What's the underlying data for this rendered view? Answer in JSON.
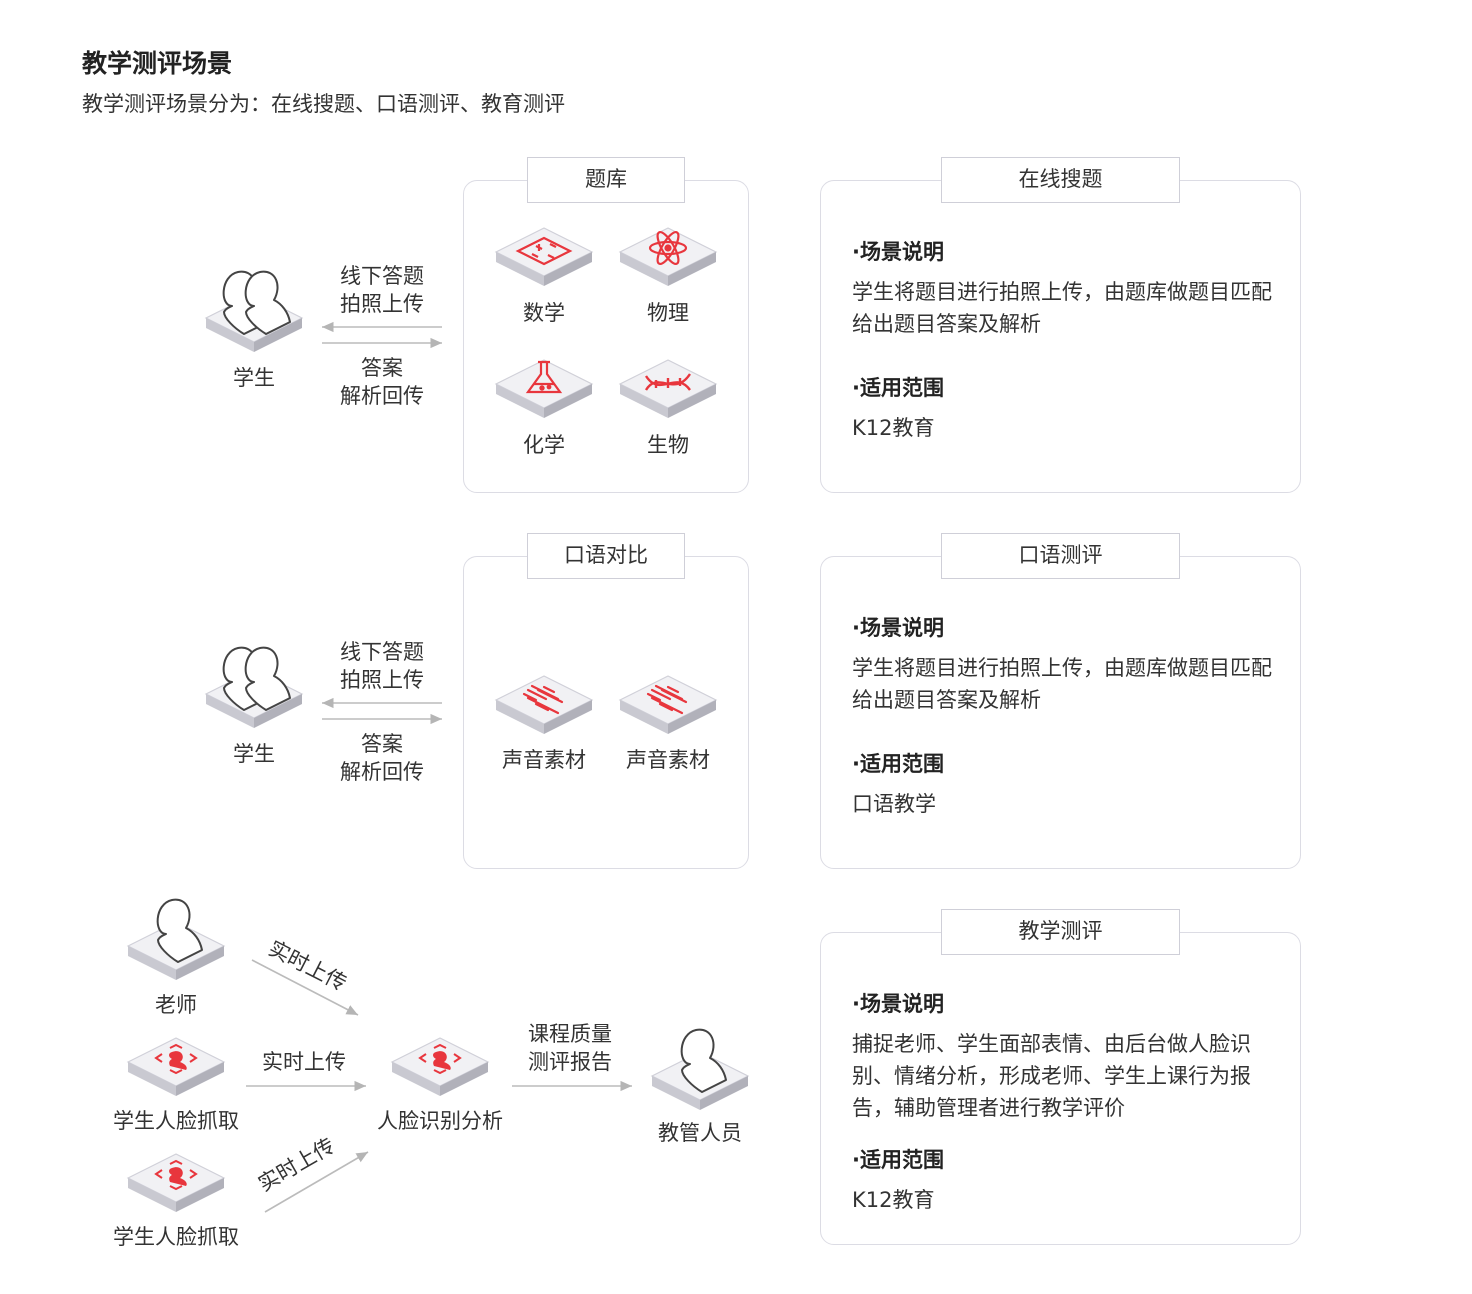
{
  "page": {
    "title": "教学测评场景",
    "subtitle": "教学测评场景分为：在线搜题、口语测评、教育测评"
  },
  "colors": {
    "accent": "#e8363d",
    "panel_border": "#dcdce4",
    "arrow": "#bbbbbb"
  },
  "row1": {
    "student_label": "学生",
    "arrow_up_label": [
      "线下答题",
      "拍照上传"
    ],
    "arrow_down_label": [
      "答案",
      "解析回传"
    ],
    "bank_tab": "题库",
    "subjects": [
      {
        "label": "数学",
        "icon": "math-icon"
      },
      {
        "label": "物理",
        "icon": "atom-icon"
      },
      {
        "label": "化学",
        "icon": "flask-icon"
      },
      {
        "label": "生物",
        "icon": "dna-icon"
      }
    ],
    "info": {
      "tab": "在线搜题",
      "scene_heading": "·场景说明",
      "scene_text": "学生将题目进行拍照上传，由题库做题目匹配给出题目答案及解析",
      "scope_heading": "·适用范围",
      "scope_text": "K12教育"
    }
  },
  "row2": {
    "student_label": "学生",
    "arrow_up_label": [
      "线下答题",
      "拍照上传"
    ],
    "arrow_down_label": [
      "答案",
      "解析回传"
    ],
    "compare_tab": "口语对比",
    "sounds": [
      {
        "label": "声音素材",
        "icon": "soundwave-icon"
      },
      {
        "label": "声音素材",
        "icon": "soundwave-icon"
      }
    ],
    "info": {
      "tab": "口语测评",
      "scene_heading": "·场景说明",
      "scene_text": "学生将题目进行拍照上传，由题库做题目匹配给出题目答案及解析",
      "scope_heading": "·适用范围",
      "scope_text": "口语教学"
    }
  },
  "row3": {
    "teacher_label": "老师",
    "capture1_label": "学生人脸抓取",
    "capture2_label": "学生人脸抓取",
    "upload_label_1": "实时上传",
    "upload_label_2": "实时上传",
    "upload_label_3": "实时上传",
    "analysis_label": "人脸识别分析",
    "report_label": [
      "课程质量",
      "测评报告"
    ],
    "staff_label": "教管人员",
    "info": {
      "tab": "教学测评",
      "scene_heading": "·场景说明",
      "scene_text": "捕捉老师、学生面部表情、由后台做人脸识别、情绪分析，形成老师、学生上课行为报告，辅助管理者进行教学评价",
      "scope_heading": "·适用范围",
      "scope_text": "K12教育"
    }
  }
}
